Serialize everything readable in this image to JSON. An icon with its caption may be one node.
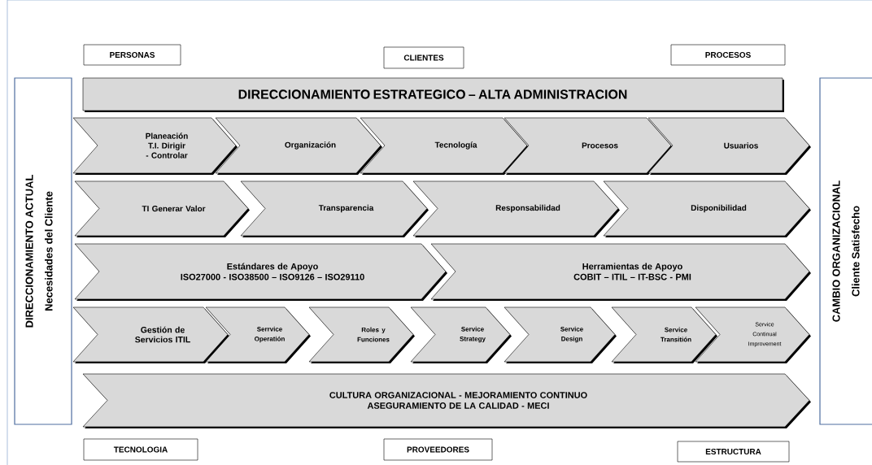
{
  "diagram": {
    "nodes": [
      {
        "text": [
          "PERSONAS"
        ]
      },
      {
        "text": [
          "CLIENTES"
        ]
      },
      {
        "text": [
          "PROCESOS"
        ]
      },
      {
        "text": [
          "DIRECCIONAMIENTO ESTRATEGICO – ALTA ADMINISTRACION"
        ]
      },
      {
        "text": [
          "DIRECCIONAMIENTO ACTUAL",
          "Necesidades del Cliente"
        ]
      },
      {
        "text": [
          "CAMBIO ORGANIZACIONAL",
          "Cliente Satisfecho"
        ]
      },
      {
        "text": [
          "Planeación T.I. Dirigir - Controlar"
        ]
      },
      {
        "text": [
          "Organización"
        ]
      },
      {
        "text": [
          "Tecnología"
        ]
      },
      {
        "text": [
          "Procesos"
        ]
      },
      {
        "text": [
          "Usuarios"
        ]
      },
      {
        "text": [
          "TI Generar Valor"
        ]
      },
      {
        "text": [
          "Transparencia"
        ]
      },
      {
        "text": [
          "Responsabilidad"
        ]
      },
      {
        "text": [
          "Disponibilidad"
        ]
      },
      {
        "text": [
          "Estándares de Apoyo",
          "ISO27000 - ISO38500 – ISO9126 – ISO29110"
        ]
      },
      {
        "text": [
          "Herramientas de Apoyo",
          "COBIT – ITIL – IT-BSC - PMI"
        ]
      },
      {
        "text": [
          "Gestión de Servicios ITIL"
        ]
      },
      {
        "text": [
          "Serrvice Operatión"
        ]
      },
      {
        "text": [
          "Roles y Funciones"
        ]
      },
      {
        "text": [
          "Service Strategy"
        ]
      },
      {
        "text": [
          "Service Design"
        ]
      },
      {
        "text": [
          "Service Transitión"
        ]
      },
      {
        "text": [
          "Service Continual Improvement"
        ]
      },
      {
        "text": [
          "CULTURA ORGANIZACIONAL - MEJORAMIENTO CONTINUO",
          "ASEGURAMIENTO DE LA CALIDAD - MECI"
        ]
      },
      {
        "text": [
          "TECNOLOGIA"
        ]
      },
      {
        "text": [
          "PROVEEDORES"
        ]
      },
      {
        "text": [
          "ESTRUCTURA"
        ]
      }
    ]
  }
}
